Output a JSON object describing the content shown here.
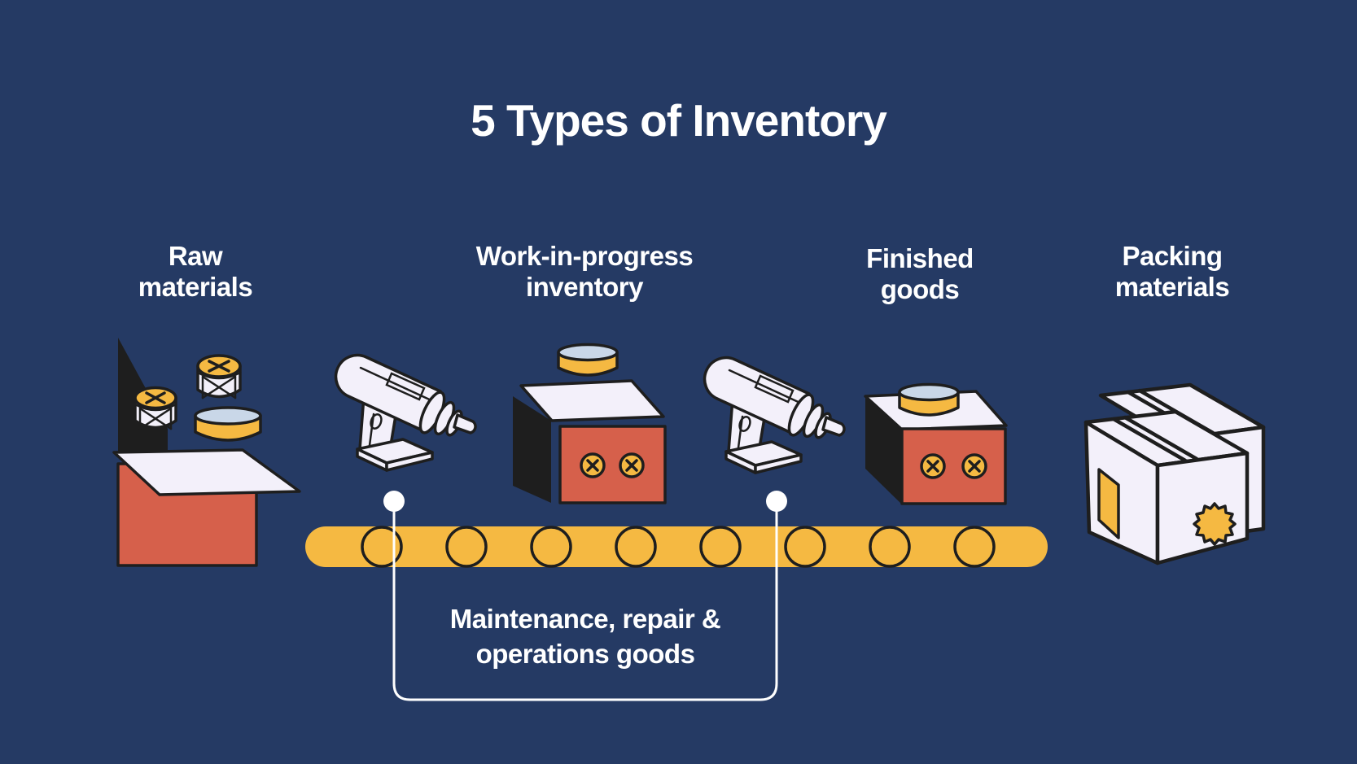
{
  "title": "5 Types of Inventory",
  "colors": {
    "background": "#253A64",
    "accent_orange": "#F5B942",
    "accent_red": "#D6604B",
    "surface_white": "#F3F0FA",
    "lid_blue": "#C9D7E8",
    "outline_dark": "#1E1E1E",
    "text_white": "#FFFFFF"
  },
  "items": [
    {
      "id": "raw-materials",
      "label": "Raw materials",
      "lines": [
        "Raw",
        "materials"
      ]
    },
    {
      "id": "wip-inventory",
      "label": "Work-in-progress inventory",
      "lines": [
        "Work-in-progress",
        "inventory"
      ]
    },
    {
      "id": "finished-goods",
      "label": "Finished goods",
      "lines": [
        "Finished",
        "goods"
      ]
    },
    {
      "id": "packing-materials",
      "label": "Packing materials",
      "lines": [
        "Packing",
        "materials"
      ]
    },
    {
      "id": "mro-goods",
      "label": "Maintenance, repair & operations goods",
      "lines": [
        "Maintenance, repair &",
        "operations goods"
      ]
    }
  ]
}
